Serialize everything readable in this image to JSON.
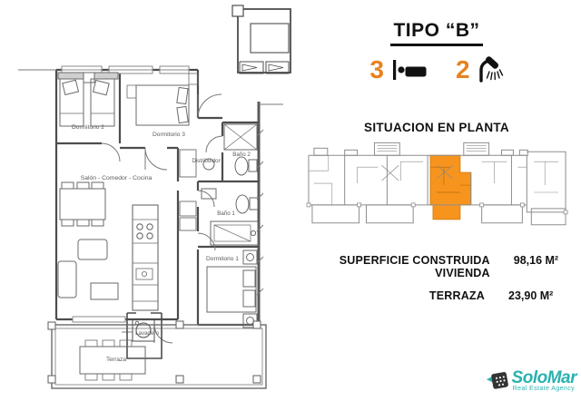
{
  "title": "TIPO “B”",
  "features": {
    "bedrooms_count": "3",
    "bathrooms_count": "2"
  },
  "situacion_heading": "SITUACION EN PLANTA",
  "areas": {
    "vivienda_label": "SUPERFICIE CONSTRUIDA VIVIENDA",
    "vivienda_value": "98,16 M²",
    "terraza_label": "TERRAZA",
    "terraza_value": "23,90 M²"
  },
  "floorplan_rooms": {
    "dormitorio2": "Dormitorio 2",
    "dormitorio3": "Dormitorio 3",
    "bano2": "Baño 2",
    "distribuidor": "Distribuidor",
    "salon": "Salón - Comedor - Cocina",
    "bano1": "Baño 1",
    "dormitorio1": "Dormitorio 1",
    "lavadero": "Lavadero",
    "terraza": "Terraza"
  },
  "logo": {
    "brand": "SoloMar",
    "tagline": "Real Estate Agency"
  },
  "colors": {
    "accent_orange": "#E8821F",
    "highlight_orange": "#F7941E",
    "brand_teal": "#29B2B0",
    "plan_line": "#4d4d4d"
  }
}
